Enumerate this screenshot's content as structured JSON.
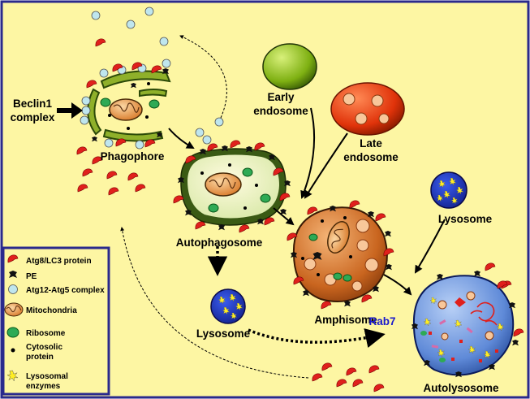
{
  "labels": {
    "beclin": [
      "Beclin1",
      "complex"
    ],
    "phagophore": "Phagophore",
    "autophagosome": "Autophagosome",
    "early_endosome": [
      "Early",
      "endosome"
    ],
    "late_endosome": [
      "Late",
      "endosome"
    ],
    "amphisome": "Amphisome",
    "lysosome_left": "Lysosome",
    "lysosome_right": "Lysosome",
    "rab7": "Rab7",
    "autolysosome": "Autolysosome"
  },
  "legend": {
    "items": [
      {
        "icon": "atg8-lc3-icon",
        "text": [
          "Atg8/LC3 protein"
        ]
      },
      {
        "icon": "pe-icon",
        "text": [
          "PE"
        ]
      },
      {
        "icon": "atg12-atg5-icon",
        "text": [
          "Atg12-Atg5 complex"
        ]
      },
      {
        "icon": "mitochondria-icon",
        "text": [
          "Mitochondria"
        ]
      },
      {
        "icon": "ribosome-icon",
        "text": [
          "Ribosome"
        ]
      },
      {
        "icon": "cytosolic-protein-icon",
        "text": [
          "Cytosolic",
          "protein"
        ]
      },
      {
        "icon": "lysosomal-enzyme-icon",
        "text": [
          "Lysosomal",
          "enzymes"
        ]
      }
    ]
  },
  "colors": {
    "background": "#fdf6a3",
    "frame": "#2a2a8c",
    "lc3": "#e0201c",
    "atg12": "#bfe6ee",
    "mito": "#e8a25a",
    "ribosome": "#2eaa55",
    "membrane": "#3a5a14",
    "amphisome": "#d07a2a",
    "lysosome": "#2a3ec8",
    "autolysosome": "#6f98e0",
    "early_endosome": "#8fbf1a",
    "late_endosome": "#e23a10",
    "rab7": "#1a1acc"
  }
}
